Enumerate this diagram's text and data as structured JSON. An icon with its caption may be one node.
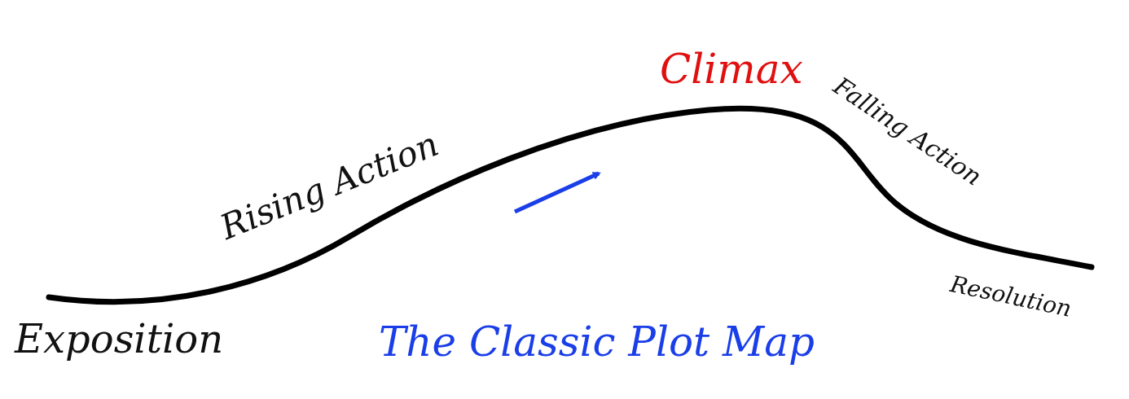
{
  "diagram": {
    "title": "The Classic Plot Map",
    "labels": [
      "Climax",
      "Falling Action",
      "Rising Action",
      "Exposition",
      "Resolution"
    ]
  }
}
